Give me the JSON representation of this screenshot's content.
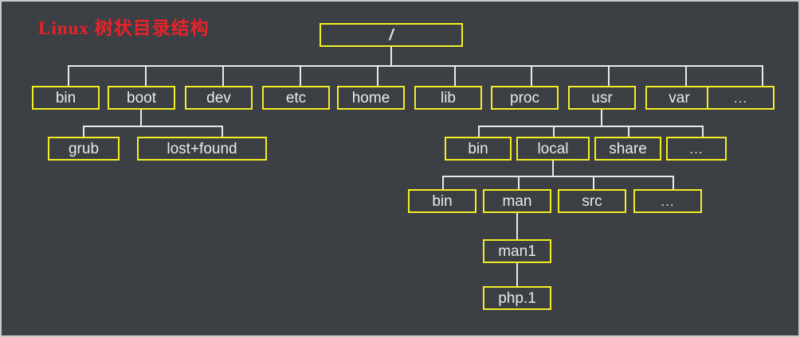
{
  "diagram": {
    "title": "Linux 树状目录结构",
    "title_color": "#e8222a",
    "background_color": "#3c3f44",
    "node_border_color": "#f2ee24",
    "node_text_color": "#e9eaec",
    "connector_color": "#e7e9ec",
    "type": "tree"
  },
  "nodes": {
    "root": {
      "label": "/"
    },
    "level1": [
      {
        "label": "bin"
      },
      {
        "label": "boot"
      },
      {
        "label": "dev"
      },
      {
        "label": "etc"
      },
      {
        "label": "home"
      },
      {
        "label": "lib"
      },
      {
        "label": "proc"
      },
      {
        "label": "usr"
      },
      {
        "label": "var"
      },
      {
        "label": "..."
      }
    ],
    "boot_children": [
      {
        "label": "grub"
      },
      {
        "label": "lost+found"
      }
    ],
    "usr_children": [
      {
        "label": "bin"
      },
      {
        "label": "local"
      },
      {
        "label": "share"
      },
      {
        "label": "..."
      }
    ],
    "local_children": [
      {
        "label": "bin"
      },
      {
        "label": "man"
      },
      {
        "label": "src"
      },
      {
        "label": "..."
      }
    ],
    "man_children": [
      {
        "label": "man1"
      }
    ],
    "man1_children": [
      {
        "label": "php.1"
      }
    ]
  }
}
